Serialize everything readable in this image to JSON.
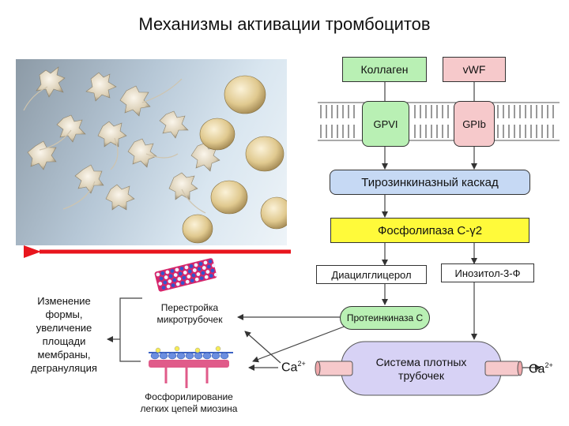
{
  "title": "Механизмы активации тромбоцитов",
  "nodes": {
    "collagen": "Коллаген",
    "vwf": "vWF",
    "gpvi": "GPVI",
    "gpib": "GPIb",
    "tyrosine_cascade": "Тирозинкиназный каскад",
    "phospholipase": "Фосфолипаза С-γ2",
    "diacylglycerol": "Диацилглицерол",
    "inositol": "Инозитол-3-Ф",
    "protein_kinase": "Протеинкиназа С",
    "tubule_system_line1": "Система плотных",
    "tubule_system_line2": "трубочек",
    "microtubule_line1": "Перестройка",
    "microtubule_line2": "микротрубочек",
    "myosin_line1": "Фосфорилирование",
    "myosin_line2": "легких цепей миозина",
    "shape_change_lines": [
      "Изменение",
      "формы,",
      "увеличение",
      "площади",
      "мембраны,",
      "дегрануляция"
    ],
    "ca_left": "Ca",
    "ca_right": "Ca",
    "ca_charge": "2+"
  },
  "colors": {
    "green": "#b9f0b4",
    "pink": "#f6c9cb",
    "blue": "#c6d9f4",
    "yellow": "#fffa3a",
    "lavender": "#d7d2f5",
    "red_arrow": "#e8151d"
  }
}
